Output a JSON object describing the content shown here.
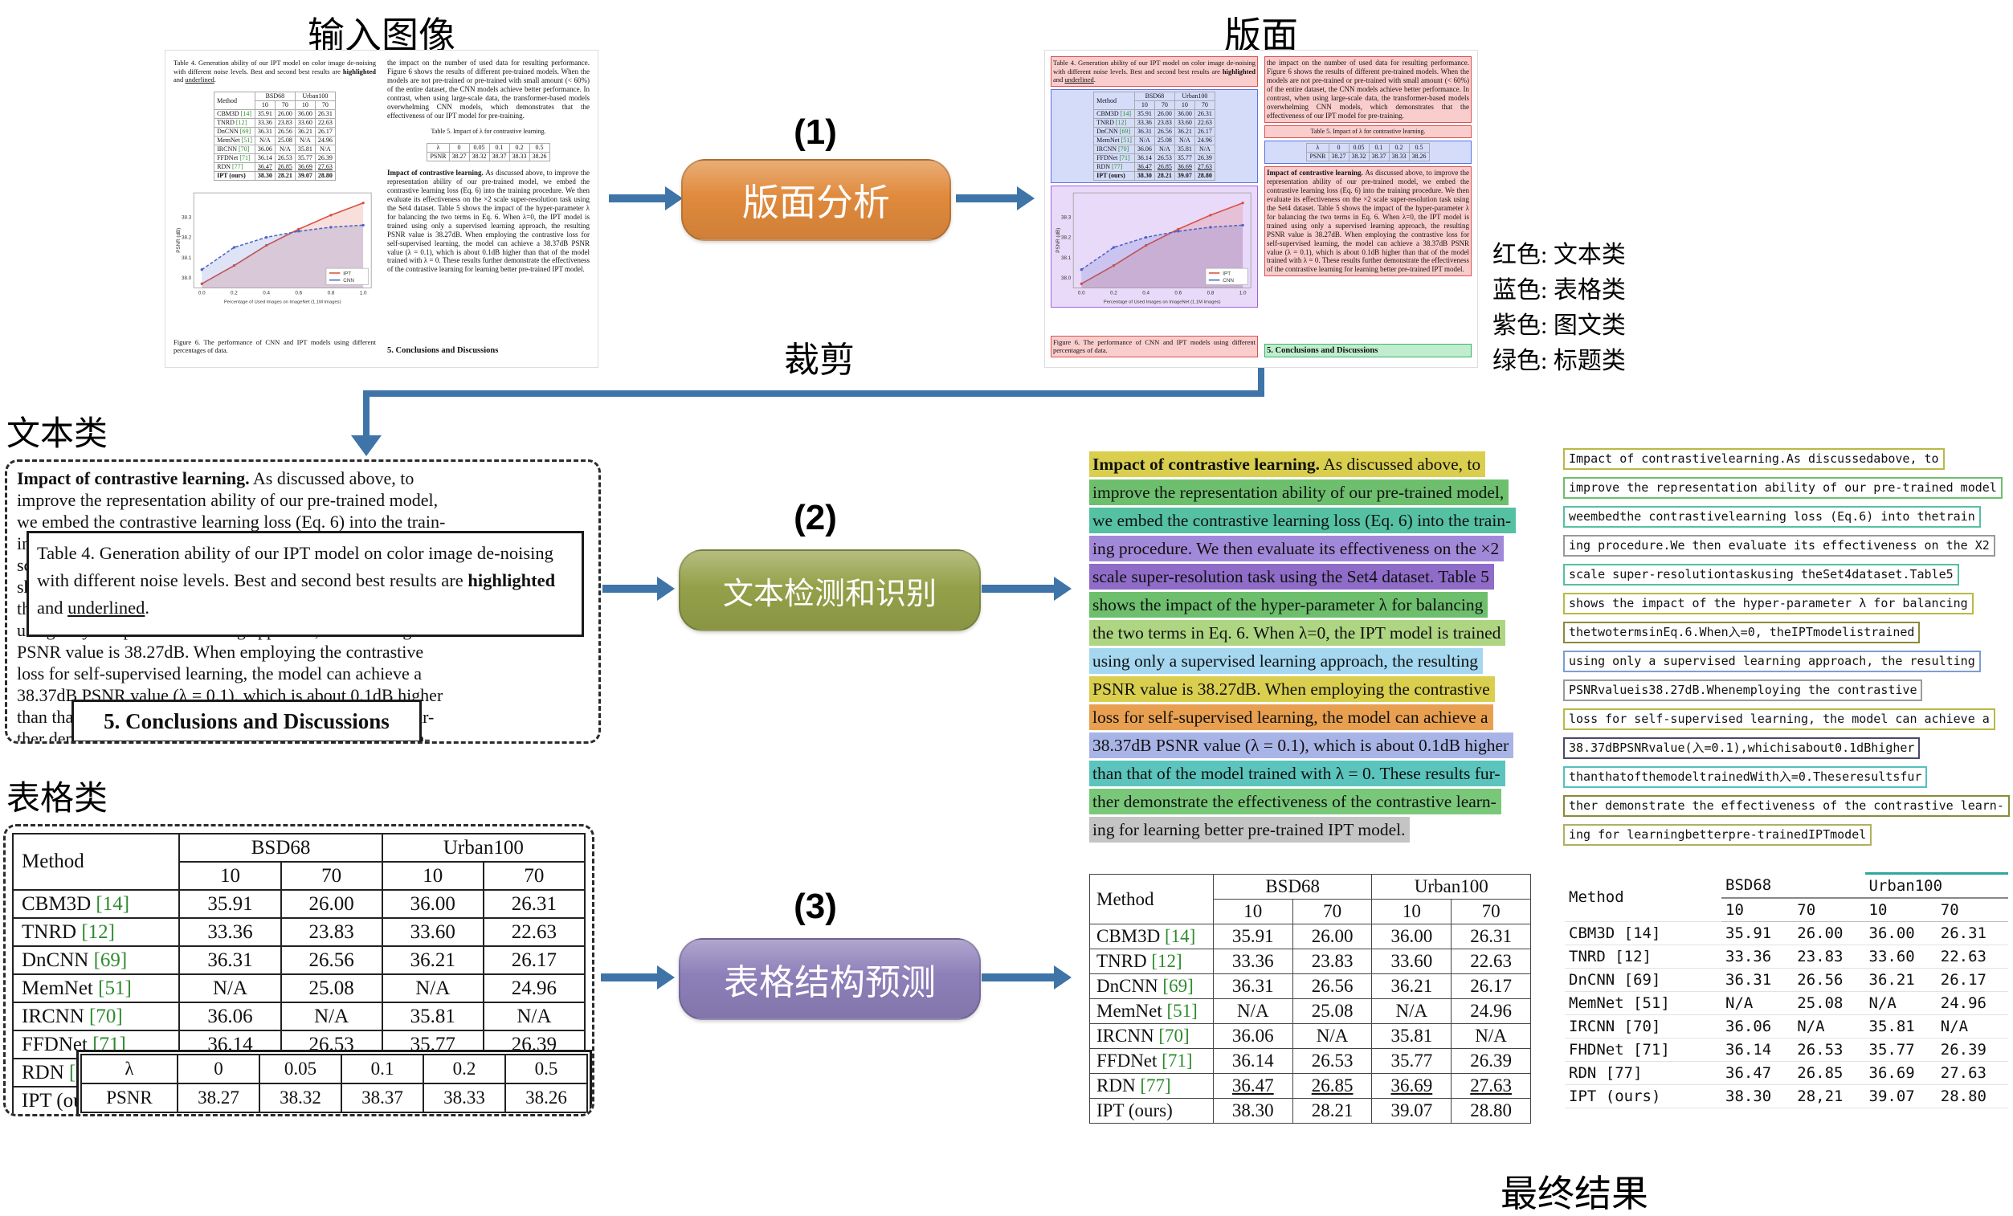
{
  "labels": {
    "input_image": "输入图像",
    "layout": "版面",
    "crop": "裁剪",
    "text_class": "文本类",
    "table_class": "表格类",
    "final_result": "最终结果",
    "step1": "(1)",
    "step2": "(2)",
    "step3": "(3)"
  },
  "buttons": {
    "layout_analysis": "版面分析",
    "text_detection": "文本检测和识别",
    "table_structure": "表格结构预测"
  },
  "legend": {
    "items": [
      "红色: 文本类",
      "蓝色: 表格类",
      "紫色: 图文类",
      "绿色: 标题类"
    ]
  },
  "colors": {
    "arrow": "#3e74a8",
    "layout_button": "#e08a3c",
    "text_button": "#95a149",
    "table_button": "#8d7fb9",
    "citation_green": "#2e8b2e"
  },
  "paper": {
    "table4_caption_parts": [
      {
        "t": "Table 4. Generation ability of our IPT model on color image de-noising with different noise levels.  Best and second best results are "
      },
      {
        "t": "highlighted",
        "b": true
      },
      {
        "t": " and "
      },
      {
        "t": "underlined",
        "u": true
      },
      {
        "t": "."
      }
    ],
    "figure6_caption": "Figure 6. The performance of CNN and IPT models using different percentages of data.",
    "right_paragraph": "the impact on the number of used data for resulting performance. Figure 6 shows the results of different pre-trained models. When the models are not pre-trained or pre-trained with small amount (< 60%) of the entire dataset, the CNN models achieve better performance. In contrast, when using large-scale data, the transformer-based models overwhelming CNN models, which demonstrates that the effectiveness of our IPT model for pre-training.",
    "conclusions_heading": "5. Conclusions and Discussions"
  },
  "table4": {
    "col_groups": [
      "Method",
      "BSD68",
      "Urban100"
    ],
    "sub_cols": [
      "10",
      "70",
      "10",
      "70"
    ],
    "rows": [
      {
        "method": "CBM3D",
        "cite": "[14]",
        "vals": [
          "35.91",
          "26.00",
          "36.00",
          "26.31"
        ]
      },
      {
        "method": "TNRD",
        "cite": "[12]",
        "vals": [
          "33.36",
          "23.83",
          "33.60",
          "22.63"
        ]
      },
      {
        "method": "DnCNN",
        "cite": "[69]",
        "vals": [
          "36.31",
          "26.56",
          "36.21",
          "26.17"
        ]
      },
      {
        "method": "MemNet",
        "cite": "[51]",
        "vals": [
          "N/A",
          "25.08",
          "N/A",
          "24.96"
        ]
      },
      {
        "method": "IRCNN",
        "cite": "[70]",
        "vals": [
          "36.06",
          "N/A",
          "35.81",
          "N/A"
        ]
      },
      {
        "method": "FFDNet",
        "cite": "[71]",
        "vals": [
          "36.14",
          "26.53",
          "35.77",
          "26.39"
        ]
      },
      {
        "method": "RDN",
        "cite": "[77]",
        "vals": [
          "36.47",
          "26.85",
          "36.69",
          "27.63"
        ],
        "underline": true
      },
      {
        "method": "IPT (ours)",
        "cite": "",
        "vals": [
          "38.30",
          "28.21",
          "39.07",
          "28.80"
        ],
        "bold": true
      }
    ]
  },
  "table5": {
    "caption": "Table 5. Impact of λ for contrastive learning.",
    "rows": [
      [
        "λ",
        "0",
        "0.05",
        "0.1",
        "0.2",
        "0.5"
      ],
      [
        "PSNR",
        "38.27",
        "38.32",
        "38.37",
        "38.33",
        "38.26"
      ]
    ]
  },
  "paragraph": {
    "bold_lead": "Impact of contrastive learning.",
    "lines": [
      {
        "lead": true,
        "text": " As discussed above, to",
        "hl": "#d9ce4e",
        "rec": "Impact of contrastivelearning.As discussedabove, to",
        "rb": "#b9b945"
      },
      {
        "text": "improve the representation ability of our pre-trained model,",
        "hl": "#6dbf6d",
        "rec": "improve the representation ability of our pre-trained model",
        "rb": "#6dbf6d"
      },
      {
        "text": "we embed the contrastive learning loss (Eq. 6) into the train-",
        "hl": "#55c0a2",
        "rec": "weembedthe contrastivelearning loss (Eq.6) into thetrain",
        "rb": "#55c0a2"
      },
      {
        "text": "ing procedure. We then evaluate its effectiveness on the ×2",
        "hl": "#a288d8",
        "rec": "ing procedure.We then evaluate its effectiveness on the X2",
        "rb": "#9a9a9a"
      },
      {
        "text": "scale super-resolution task using the Set4 dataset.  Table 5",
        "hl": "#8e6cc8",
        "rec": "scale super-resolutiontaskusing theSet4dataset.Table5",
        "rb": "#55c0a2"
      },
      {
        "text": "shows the impact of the hyper-parameter λ for balancing",
        "hl": "#6dbf6d",
        "rec": "shows the impact of the hyper-parameter λ for balancing",
        "rb": "#b9b945"
      },
      {
        "text": "the two terms in Eq. 6. When λ=0, the IPT model is trained",
        "hl": "#aed581",
        "rec": "thetwotermsinEq.6.When入=0, theIPTmodelistrained",
        "rb": "#8a8a3a"
      },
      {
        "text": "using only a supervised learning approach, the resulting",
        "hl": "#a5d8f0",
        "rec": "using only a supervised learning approach, the resulting",
        "rb": "#7a9fd4"
      },
      {
        "text": "PSNR value is 38.27dB. When employing the contrastive",
        "hl": "#d9ce4e",
        "rec": "PSNRvalueis38.27dB.Whenemploying the contrastive",
        "rb": "#9a9a9a"
      },
      {
        "text": "loss for self-supervised learning, the model can achieve a",
        "hl": "#e8a050",
        "rec": "loss for self-supervised learning,  the model can achieve a",
        "rb": "#b9b945"
      },
      {
        "text": "38.37dB PSNR value (λ = 0.1), which is about 0.1dB higher",
        "hl": "#a9b4e6",
        "rec": "38.37dBPSNRvalue(入=0.1),whichisabout0.1dBhigher",
        "rb": "#4a4a6a"
      },
      {
        "text": "than that of the model trained with λ = 0. These results fur-",
        "hl": "#5bc4bc",
        "rec": "thanthatofthemodeltrainedWith入=0.Theseresultsfur",
        "rb": "#55c0c0"
      },
      {
        "text": "ther demonstrate the effectiveness of the contrastive learn-",
        "hl": "#79c879",
        "rec": "ther demonstrate the effectiveness of the contrastive learn-",
        "rb": "#8a8a3a"
      },
      {
        "text": "ing for learning better pre-trained IPT model.",
        "hl": "#c4c4c4",
        "rec": "ing for learningbetterpre-trainedIPTmodel",
        "rb": "#b0b060"
      }
    ]
  },
  "recognized_table": {
    "method_header": "Method",
    "group_headers": [
      "BSD68",
      "Urban100"
    ],
    "sub_cols": [
      "10",
      "70",
      "10",
      "70"
    ],
    "rows": [
      [
        "CBM3D [14]",
        "35.91",
        "26.00",
        "36.00",
        "26.31"
      ],
      [
        "TNRD [12]",
        "33.36",
        "23.83",
        "33.60",
        "22.63"
      ],
      [
        "DnCNN [69]",
        "36.31",
        "26.56",
        "36.21",
        "26.17"
      ],
      [
        "MemNet [51]",
        "N/A",
        "25.08",
        "N/A",
        "24.96"
      ],
      [
        "IRCNN [70]",
        "36.06",
        "N/A",
        "35.81",
        "N/A"
      ],
      [
        "FHDNet [71]",
        "36.14",
        "26.53",
        "35.77",
        "26.39"
      ],
      [
        "RDN [77]",
        "36.47",
        "26.85",
        "36.69",
        "27.63"
      ],
      [
        "IPT (ours)",
        "38.30",
        "28,21",
        "39.07",
        "28.80"
      ]
    ]
  },
  "chart": {
    "type": "line",
    "title": "",
    "xlabel": "Percentage of Used Images on ImageNet (1.1M Images)",
    "ylabel": "PSNR (dB)",
    "x": [
      0.0,
      0.2,
      0.4,
      0.6,
      0.8,
      1.0
    ],
    "series": [
      {
        "name": "IPT",
        "color": "#d94f3d",
        "dashed": false,
        "values": [
          37.97,
          38.06,
          38.16,
          38.24,
          38.31,
          38.37
        ]
      },
      {
        "name": "CNN",
        "color": "#4a63c8",
        "dashed": true,
        "values": [
          38.04,
          38.15,
          38.2,
          38.23,
          38.25,
          38.26
        ]
      }
    ],
    "xlim": [
      -0.05,
      1.05
    ],
    "ylim": [
      37.95,
      38.42
    ],
    "yticks": [
      38.0,
      38.1,
      38.2,
      38.3
    ],
    "xticks": [
      0.0,
      0.2,
      0.4,
      0.6,
      0.8,
      1.0
    ]
  }
}
